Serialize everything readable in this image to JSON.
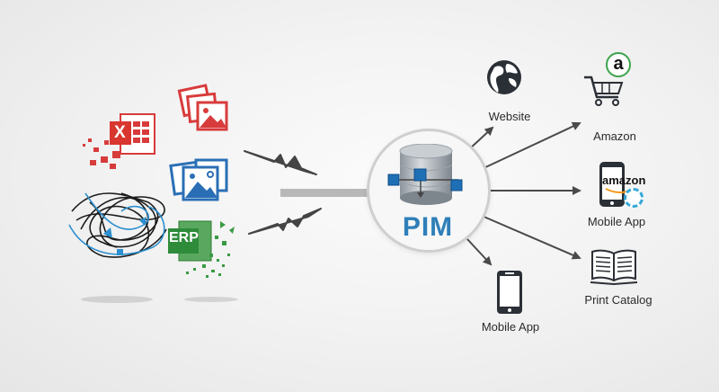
{
  "diagram": {
    "hub": {
      "label": "PIM",
      "icon": "database-icon",
      "color": "#2f7fb8"
    },
    "sources": [
      {
        "name": "excel",
        "label": "X",
        "icon": "excel-icon",
        "color": "#d83b3b"
      },
      {
        "name": "red-images",
        "icon": "image-stack-icon",
        "color": "#d83b3b"
      },
      {
        "name": "blue-images",
        "icon": "image-stack-icon",
        "color": "#2a6fb5"
      },
      {
        "name": "tangle",
        "icon": "tangled-lines-icon"
      },
      {
        "name": "erp",
        "label": "ERP",
        "icon": "erp-icon",
        "color": "#2e8b3a"
      }
    ],
    "outputs": [
      {
        "label": "Website",
        "icon": "globe-icon"
      },
      {
        "label": "Amazon",
        "icon": "shopping-cart-icon",
        "badge": "a"
      },
      {
        "label": "Mobile App",
        "icon": "phone-amazon-icon",
        "badge": "amazon"
      },
      {
        "label": "Mobile App",
        "icon": "mobile-phone-icon"
      },
      {
        "label": "Print Catalog",
        "icon": "open-book-icon"
      }
    ]
  }
}
